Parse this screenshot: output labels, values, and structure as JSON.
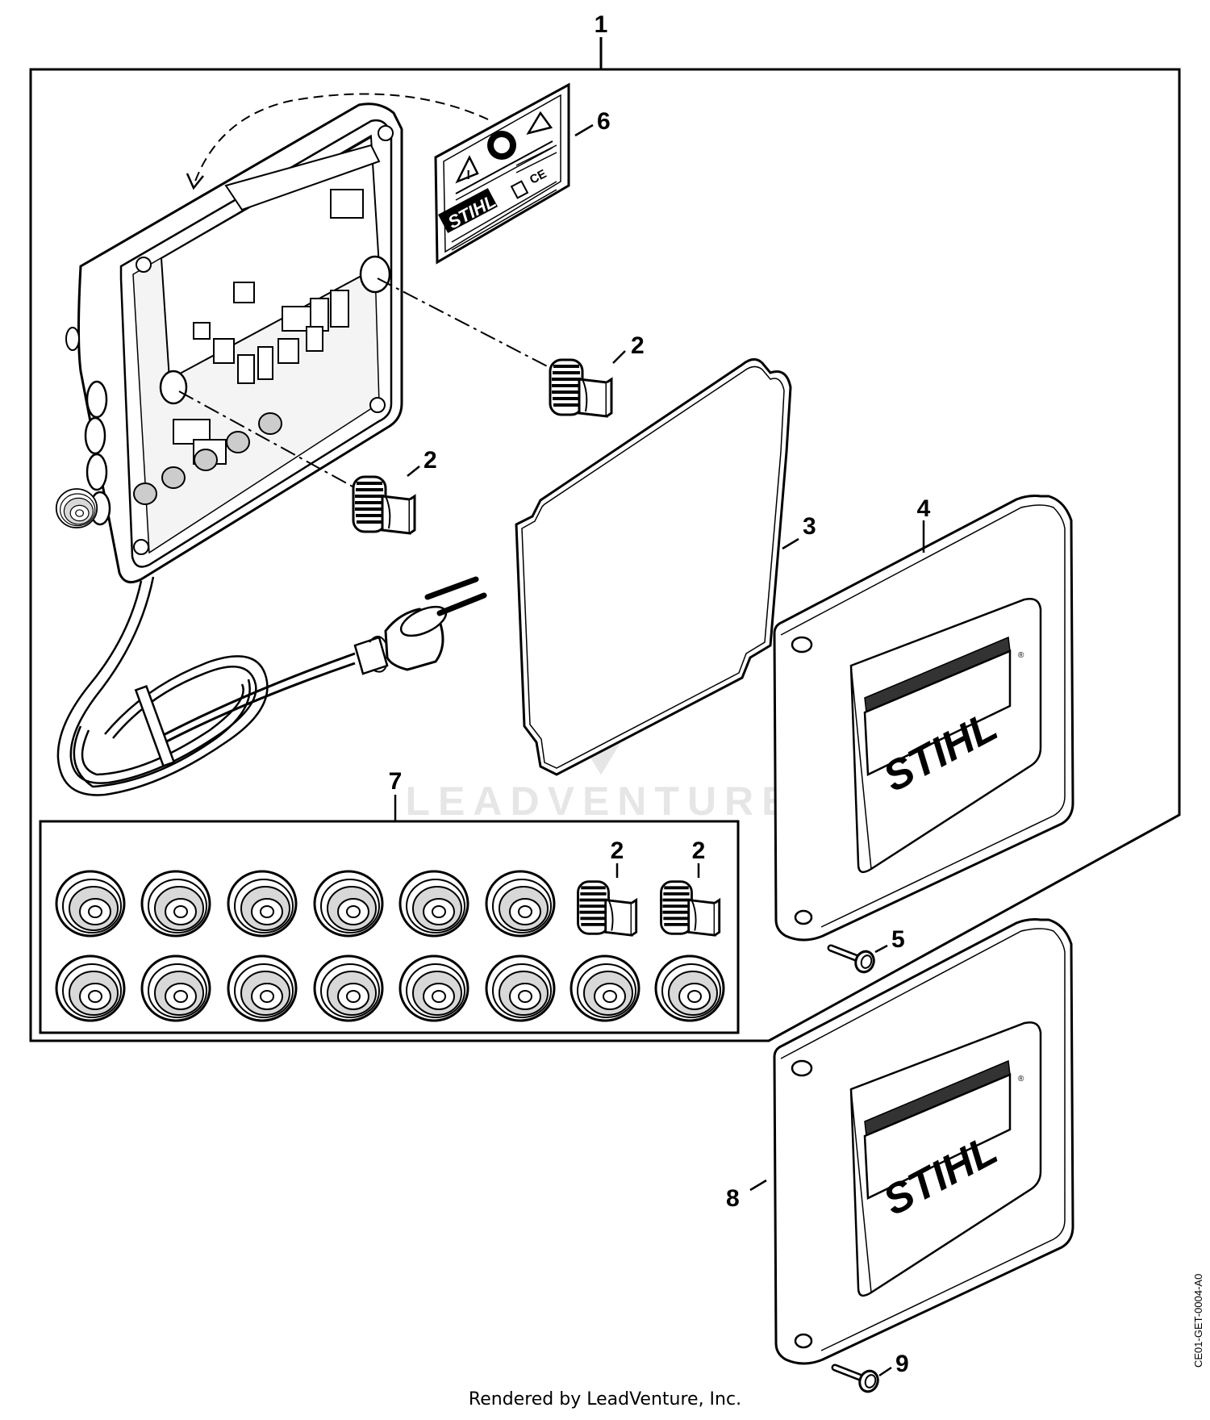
{
  "callouts": {
    "kit": "1",
    "plug_a": "2",
    "plug_b": "2",
    "plug_c": "2",
    "plug_d": "2",
    "gasket": "3",
    "cover": "4",
    "cover_screw": "5",
    "label": "6",
    "grommet_set": "7",
    "cover_alt": "8",
    "cover_alt_screw": "9"
  },
  "brand_logo": "STIHL",
  "label_logo": "STIHL",
  "watermark": "LEADVENTURE",
  "footer": "Rendered by LeadVenture, Inc.",
  "diagram_code": "CE01-GET-0004-A0",
  "icons": [
    "warning-icon",
    "manual-icon",
    "hand-hazard-icon",
    "ce-mark-icon"
  ]
}
